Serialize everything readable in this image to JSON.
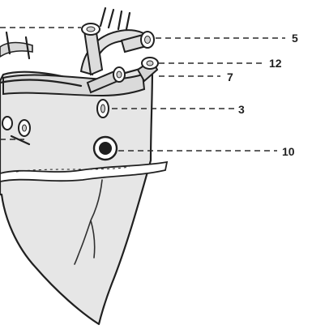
{
  "diagram": {
    "background_color": "#ffffff",
    "tissue_fill": "#e6e6e6",
    "outline_color": "#202020",
    "labels": [
      {
        "id": "label-5",
        "text": "5"
      },
      {
        "id": "label-12",
        "text": "12"
      },
      {
        "id": "label-7",
        "text": "7"
      },
      {
        "id": "label-3",
        "text": "3"
      },
      {
        "id": "label-10",
        "text": "10"
      }
    ]
  }
}
